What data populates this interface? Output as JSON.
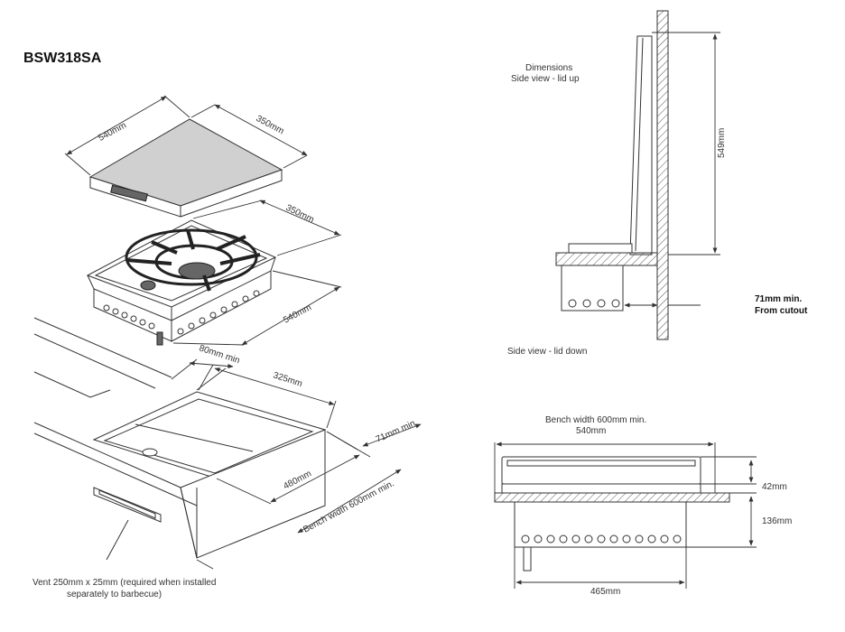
{
  "title": "BSW318SA",
  "iso": {
    "plate_width": "540mm",
    "plate_depth": "350mm",
    "hob_depth": "350mm",
    "hob_width": "540mm",
    "rear_gap": "80mm min",
    "cutout_depth": "325mm",
    "cutout_width": "480mm",
    "cutout_clear": "71mm min",
    "bench_width": "Bench width 600mm min.",
    "vent_note_1": "Vent 250mm x 25mm (required when installed",
    "vent_note_2": "separately to barbecue)"
  },
  "side": {
    "heading_1": "Dimensions",
    "heading_2": "Side view - lid up",
    "height": "549mm",
    "clear_1": "71mm min.",
    "clear_2": "From cutout",
    "lid_down": "Side view - lid down"
  },
  "front": {
    "bench": "Bench width 600mm min.",
    "top_width": "540mm",
    "top_height": "42mm",
    "body_height": "136mm",
    "base_width": "465mm"
  }
}
